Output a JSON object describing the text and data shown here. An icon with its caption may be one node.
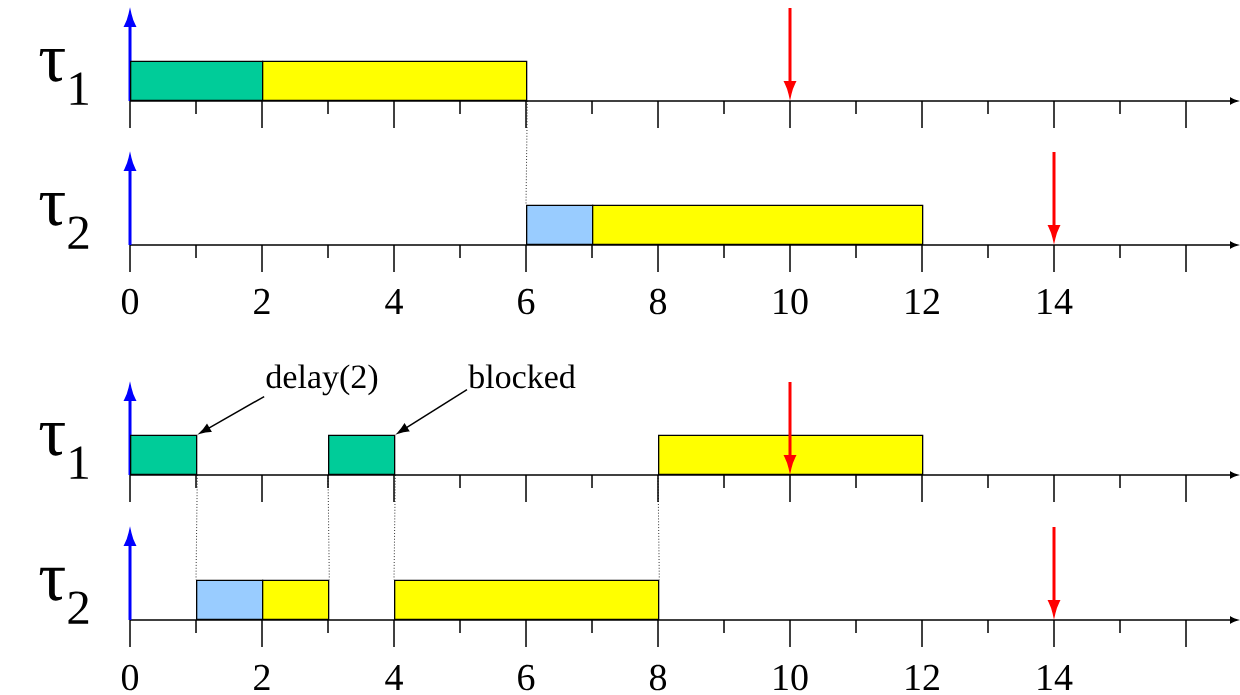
{
  "diagram": {
    "nodes": [
      {
        "text": [],
        "shape": "box"
      },
      {
        "text": [],
        "shape": "box"
      },
      {
        "text": [],
        "shape": "box"
      },
      {
        "text": [],
        "shape": "box"
      },
      {
        "text": [
          "delay(2)"
        ]
      },
      {
        "text": [
          "blocked"
        ]
      },
      {
        "text": [],
        "shape": "box"
      },
      {
        "text": [],
        "shape": "box"
      },
      {
        "text": [],
        "shape": "box"
      },
      {
        "text": [],
        "shape": "box"
      },
      {
        "text": [],
        "shape": "box"
      },
      {
        "text": [],
        "shape": "box"
      }
    ],
    "edges": [
      {
        "from": 1,
        "to": 2,
        "arrow": "none",
        "style": "dashed"
      },
      {
        "from": 4,
        "to": 6,
        "arrow": "to"
      },
      {
        "from": 5,
        "to": 7,
        "arrow": "to"
      },
      {
        "from": 6,
        "to": 9,
        "arrow": "none",
        "style": "dashed"
      },
      {
        "from": 7,
        "to": 10,
        "arrow": "none",
        "style": "dashed"
      },
      {
        "from": 7,
        "to": 11,
        "arrow": "none",
        "style": "dashed"
      },
      {
        "from": 8,
        "to": 11,
        "arrow": "none",
        "style": "dashed"
      }
    ],
    "labels": [
      "τ$_{1}$",
      "τ$_{2}$",
      "0",
      "2",
      "4",
      "6",
      "8",
      "10",
      "12",
      "14",
      "τ$_{1}$",
      "τ$_{2}$",
      "0",
      "2",
      "4",
      "6",
      "8",
      "10",
      "12",
      "14"
    ]
  }
}
